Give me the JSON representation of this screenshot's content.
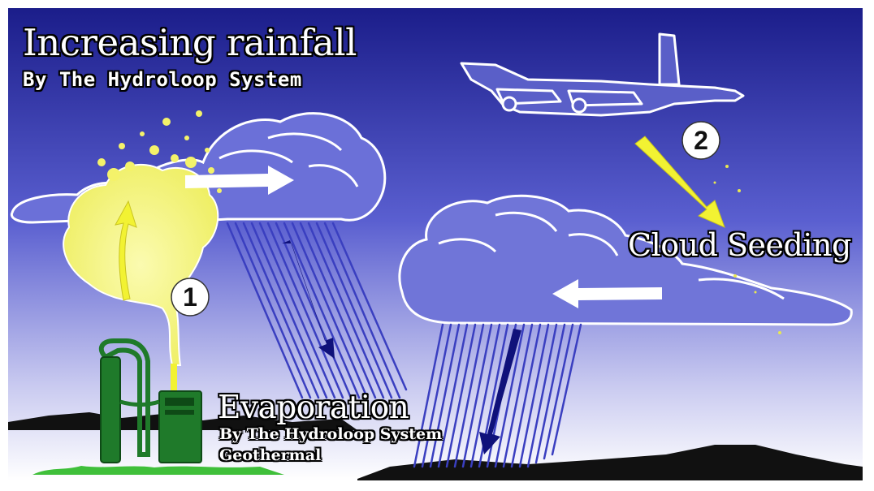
{
  "title": "Increasing rainfall",
  "subtitle": "By The Hydroloop System",
  "steps": {
    "one": "1",
    "two": "2"
  },
  "labels": {
    "cloud_seeding": "Cloud Seeding",
    "evaporation": "Evaporation",
    "evaporation_sub": "By The Hydroloop System",
    "evaporation_geo": "Geothermal"
  },
  "colors": {
    "sky_top": "#1b1d8a",
    "sky_bottom": "#ffffff",
    "cloud_outline": "#ffffff",
    "vapor": "#f6f480",
    "seed_arrow": "#f2f232",
    "rain": "#3a3fc0",
    "rain_arrow": "#0f117a",
    "machine": "#1f7a2a",
    "ground": "#111111",
    "grass": "#3fbf3a"
  },
  "icons": [
    "airplane-icon",
    "cloud-icon",
    "rain-icon",
    "arrow-icon",
    "evaporator-machine-icon"
  ]
}
